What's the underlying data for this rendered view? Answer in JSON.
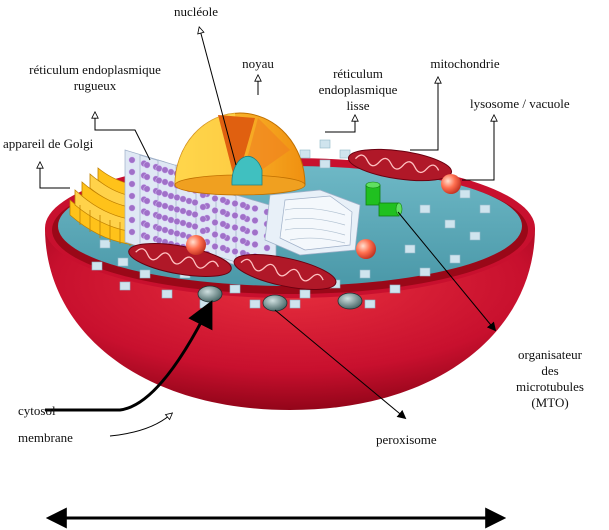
{
  "labels": {
    "nucleole": "nucléole",
    "reticulum_rugueux": "réticulum endoplasmique\nrugueux",
    "noyau": "noyau",
    "reticulum_lisse": "réticulum\nendoplasmique\nlisse",
    "mitochondrie": "mitochondrie",
    "lysosome": "lysosome / vacuole",
    "golgi": "appareil de Golgi",
    "mto": "organisateur\ndes\nmicrotubules\n(MTO)",
    "cytosol": "cytosol",
    "membrane": "membrane",
    "peroxisome": "peroxisome"
  },
  "colors": {
    "membrane_outer": "#c8102e",
    "membrane_dark": "#8b0000",
    "cytoplasm": "#5fa8b8",
    "nucleus": "#f5a623",
    "nucleus_inner": "#e06010",
    "nucleolus": "#40c0c0",
    "golgi": "#ffc21a",
    "mitochondria": "#b01828",
    "lysosome": "#ff6040",
    "mto": "#20c020",
    "peroxisome": "#708080",
    "reticulum": "#d8e8f0"
  }
}
